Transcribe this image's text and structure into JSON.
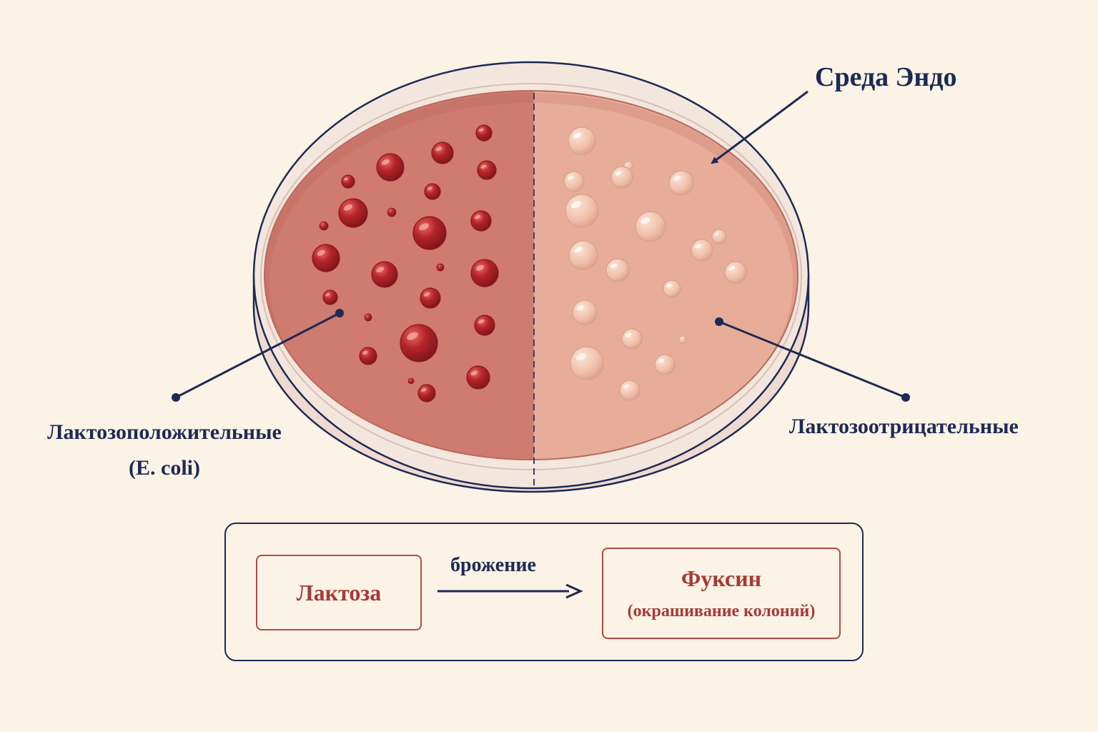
{
  "labels": {
    "medium": "Среда Эндо",
    "positive_line1": "Лактозоположительные",
    "positive_line2": "(E. coli)",
    "negative": "Лактозоотрицательные"
  },
  "reaction": {
    "substrate": "Лактоза",
    "process": "брожение",
    "product": "Фуксин",
    "product_note": "(окрашивание колоний)"
  },
  "colors": {
    "ink": "#1d2a55",
    "accent_red": "#a63a36",
    "positive_medium": "#cf7b6f",
    "negative_medium": "#e8ad98",
    "positive_colony": "#b4242a",
    "negative_colony": "#f0c0aa",
    "background": "#fbf3e6"
  }
}
